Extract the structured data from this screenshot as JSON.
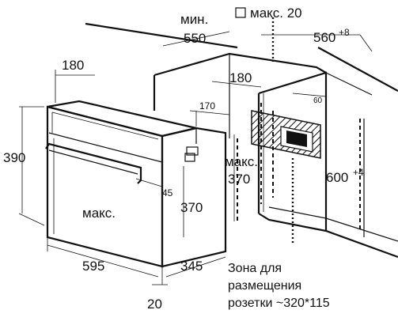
{
  "labels": {
    "min": "мин.",
    "max_top": "макс. 20",
    "depth_550": "550",
    "width_560": "560",
    "width_560_tol": "+8",
    "d180_left": "180",
    "d180_right": "180",
    "d60": "60",
    "d170": "170",
    "h390": "390",
    "max_mid": "макс.",
    "h370_mid": "370",
    "h600": "600",
    "h600_tol": "+4",
    "a45": "45",
    "max_front": "макс.",
    "h370_front": "370",
    "w595": "595",
    "d345": "345",
    "d20": "20",
    "socket_line1": "Зона для",
    "socket_line2": "размещения",
    "socket_line3": "розетки ~320*115"
  }
}
